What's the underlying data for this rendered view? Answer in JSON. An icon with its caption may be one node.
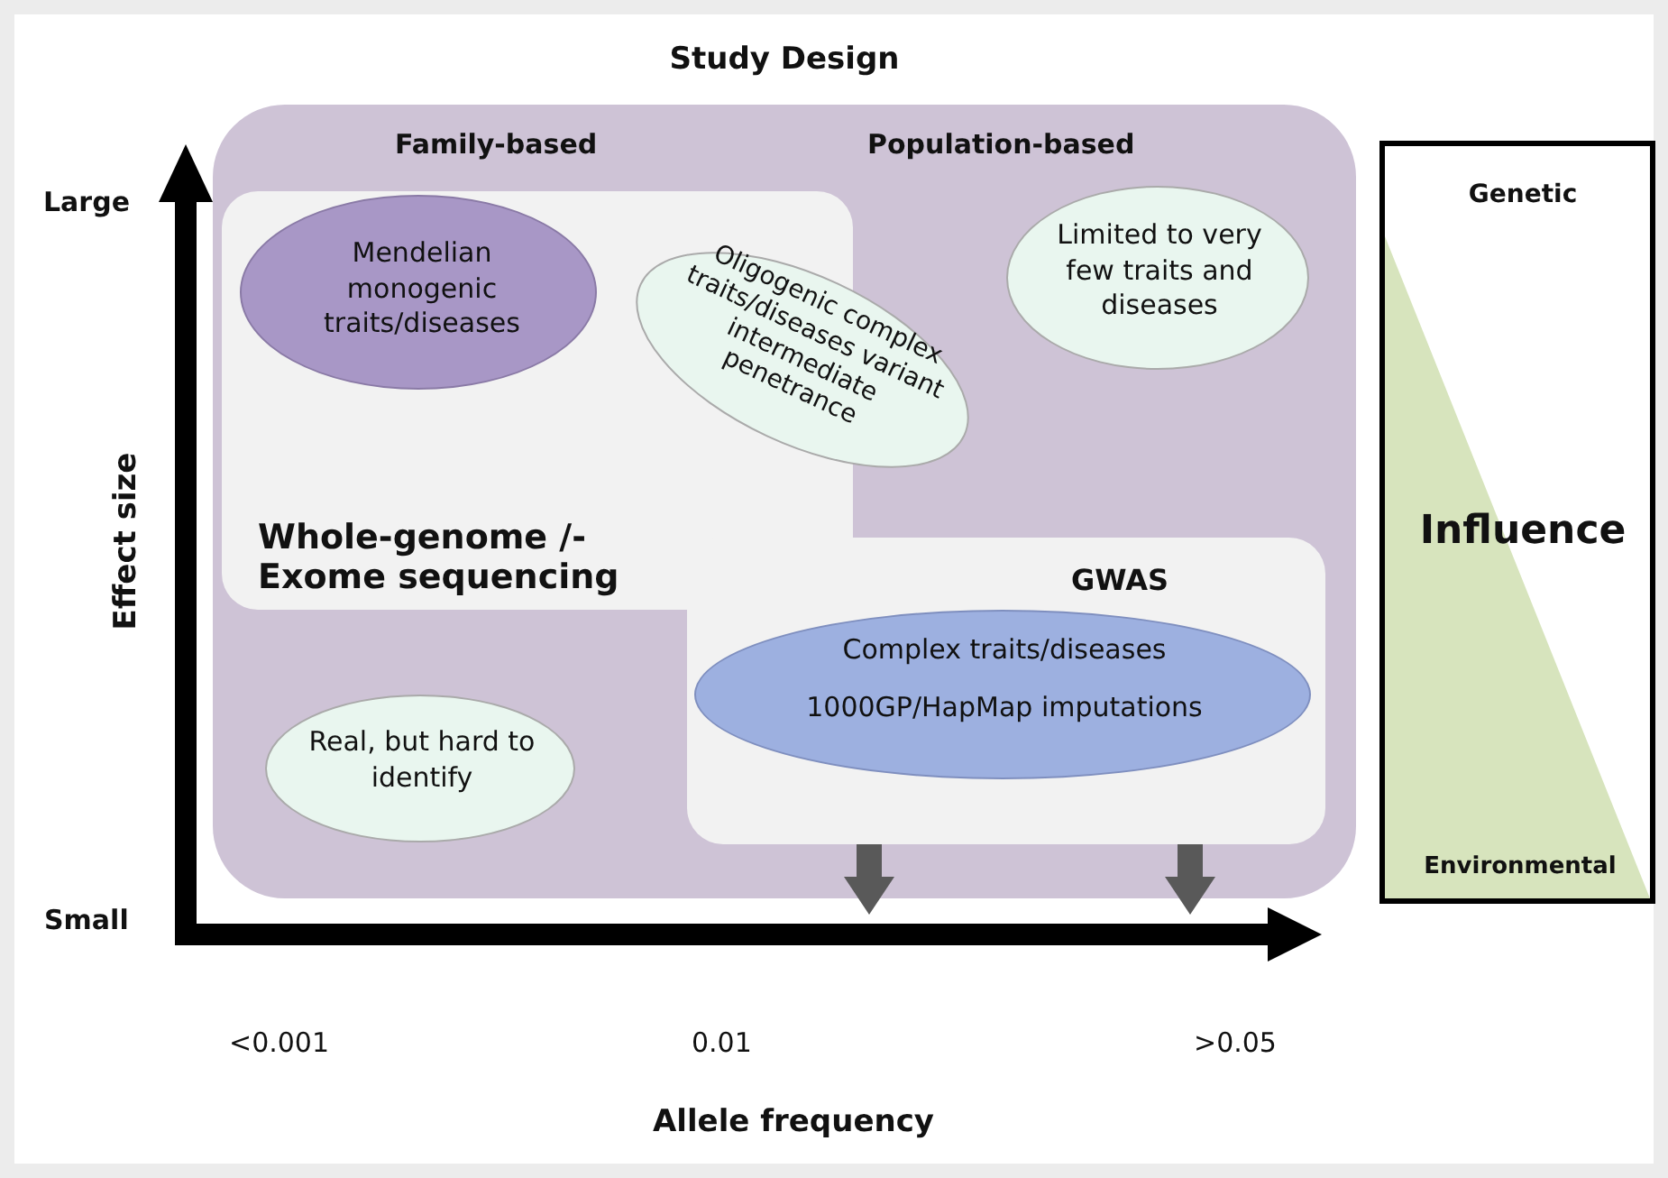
{
  "diagram": {
    "nodes": [
      {
        "text": [
          "Study Design"
        ]
      },
      {
        "text": [
          "Whole-genome /- Exome sequencing"
        ],
        "in": 0
      },
      {
        "text": [
          "Mendelian monogenic traits/diseases"
        ],
        "in": 1
      },
      {
        "text": [
          "Limited to very few traits and diseases"
        ],
        "in": 0
      },
      {
        "text": [
          "Oligogenic complex traits/diseases variant intermediate penetrance"
        ],
        "in": 0
      },
      {
        "text": [
          "GWAS"
        ],
        "in": 0
      },
      {
        "text": [
          "Complex traits/diseases",
          "1000GP/HapMap imputations"
        ],
        "in": 5
      },
      {
        "text": [
          "Real, but hard to identify"
        ],
        "in": 0
      },
      {
        "text": [
          "Genetic",
          "Influence",
          "Environmental"
        ]
      }
    ],
    "edges": [],
    "labels": [
      "Family-based",
      "Population-based",
      "Large",
      "Effect size",
      "Small",
      "<0.001",
      "0.01",
      ">0.05",
      "Allele frequency"
    ]
  }
}
